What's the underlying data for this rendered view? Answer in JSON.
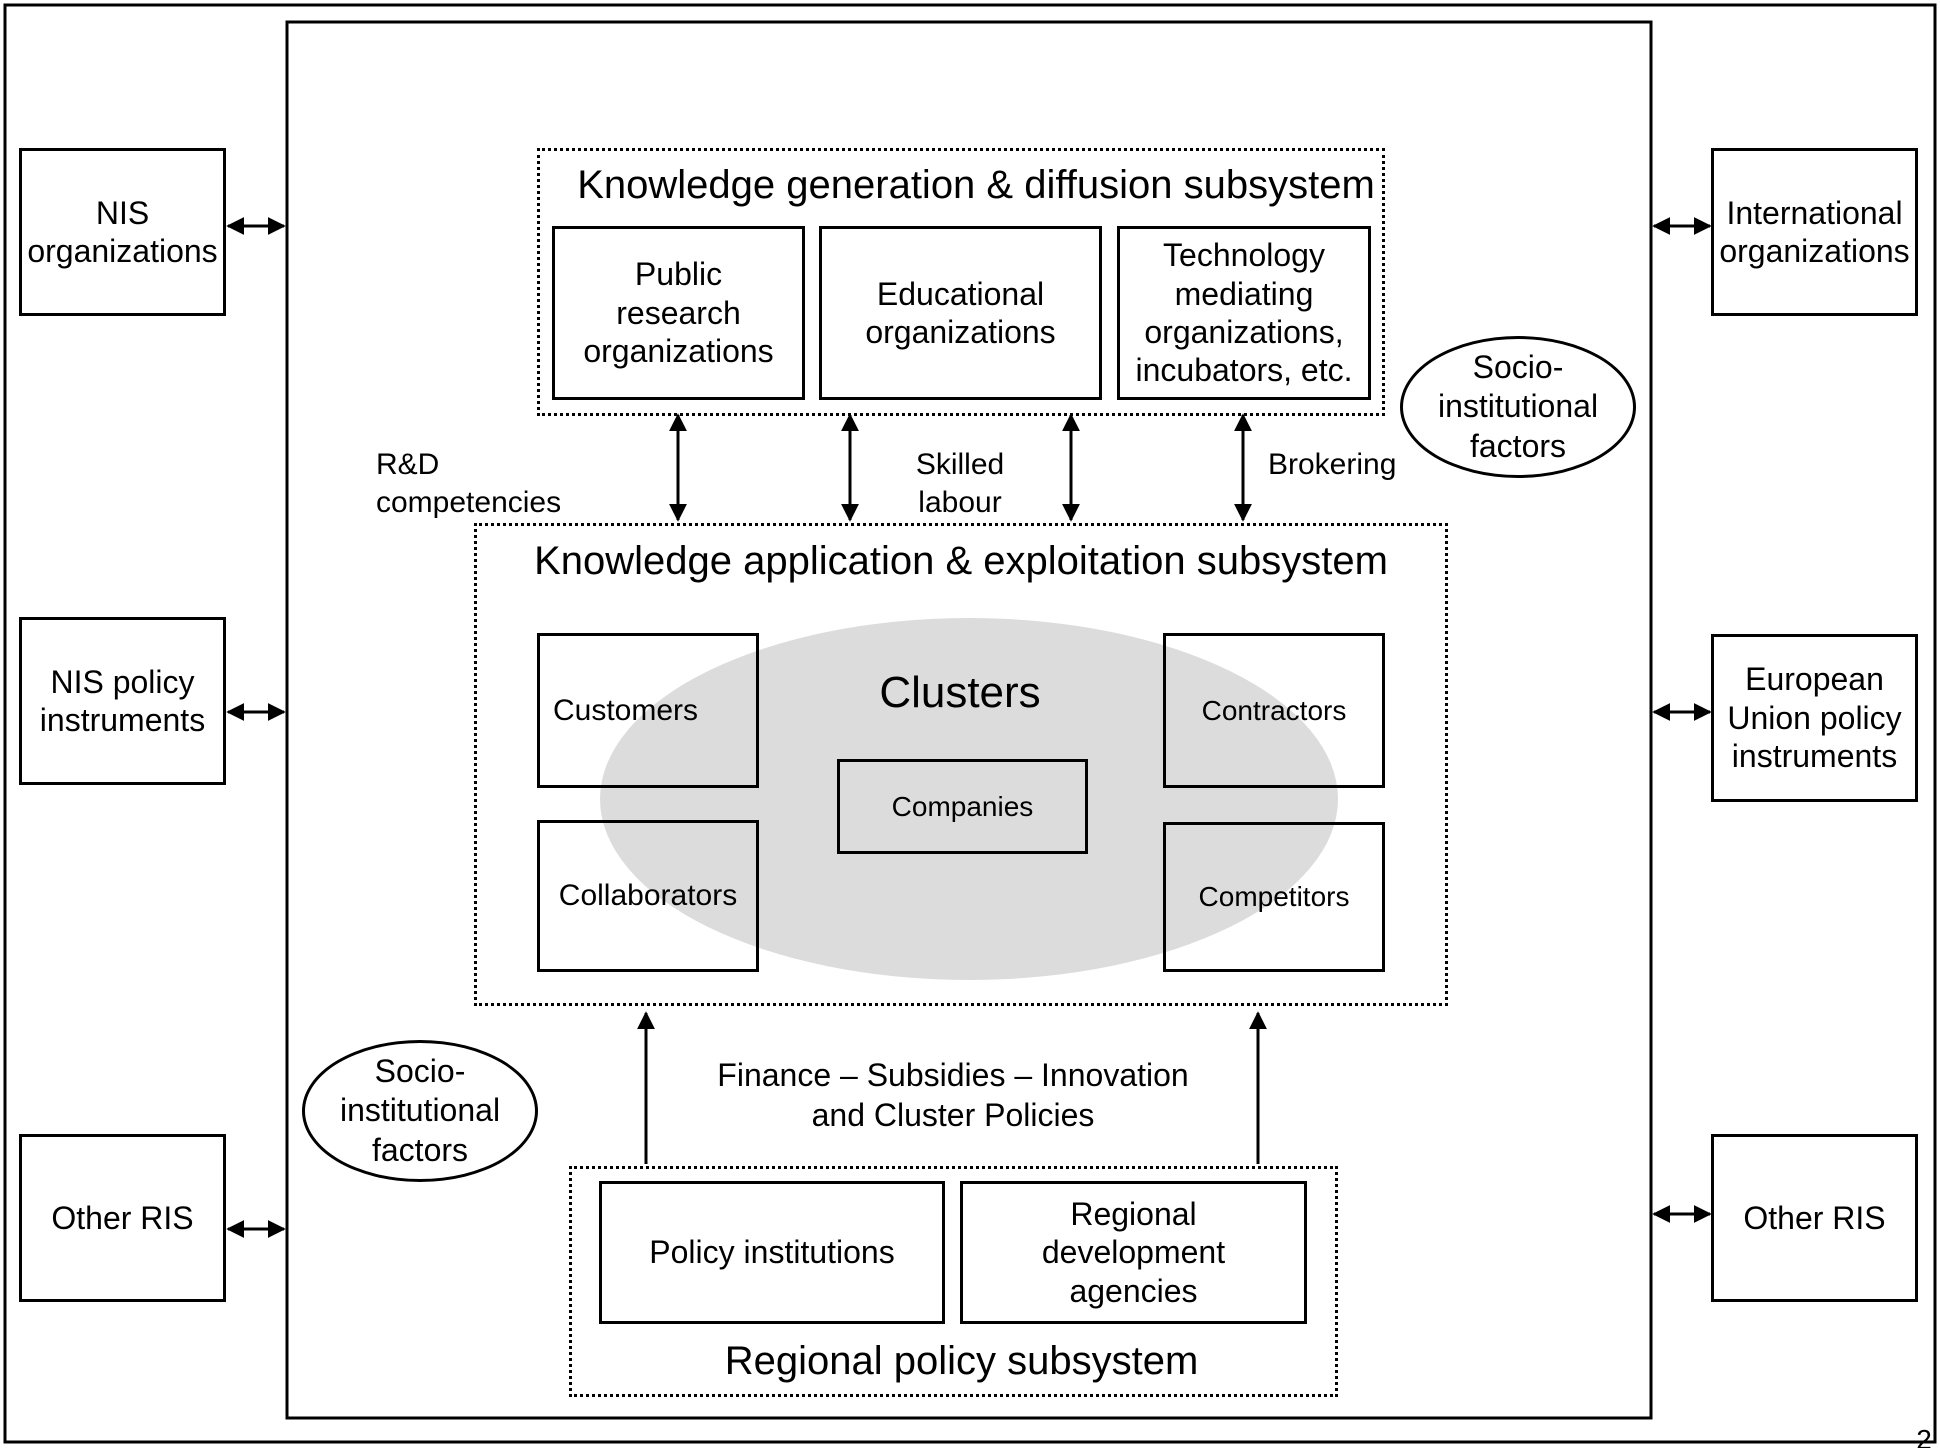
{
  "subsystems": {
    "knowledge_generation": "Knowledge generation & diffusion subsystem",
    "knowledge_application": "Knowledge application & exploitation subsystem",
    "regional_policy": "Regional policy subsystem"
  },
  "knowledge_generation_boxes": {
    "public_research": "Public\nresearch\norganizations",
    "educational": "Educational\norganizations",
    "technology_mediating": "Technology\nmediating\norganizations,\nincubators, etc."
  },
  "flows": {
    "rd_competencies": "R&D\ncompetencies",
    "skilled_labour": "Skilled\nlabour",
    "brokering": "Brokering",
    "finance": "Finance – Subsidies – Innovation\nand Cluster Policies"
  },
  "cluster": {
    "title": "Clusters",
    "customers": "Customers",
    "collaborators": "Collaborators",
    "companies": "Companies",
    "contractors": "Contractors",
    "competitors": "Competitors"
  },
  "policy_boxes": {
    "policy_institutions": "Policy institutions",
    "regional_development": "Regional\ndevelopment\nagencies"
  },
  "socio_factors": {
    "upper_right": "Socio-\ninstitutional\nfactors",
    "lower_left": "Socio-\ninstitutional\nfactors"
  },
  "external_left": {
    "nis_organizations": "NIS\norganizations",
    "nis_policy": "NIS policy\ninstruments",
    "other_ris": "Other RIS"
  },
  "external_right": {
    "international": "International\norganizations",
    "eu_policy": "European\nUnion policy\ninstruments",
    "other_ris": "Other RIS"
  },
  "footer_mark": "2"
}
